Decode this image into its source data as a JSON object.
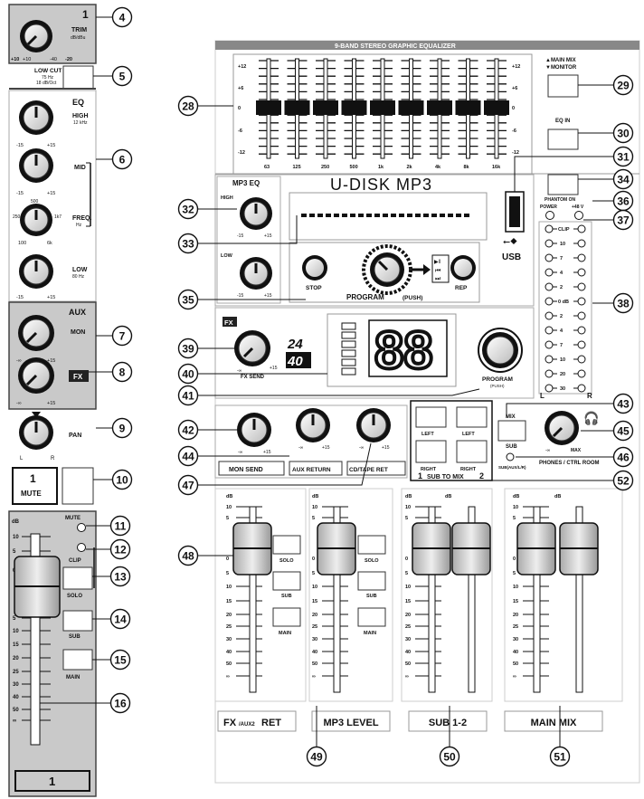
{
  "channel": {
    "channel_number": "1",
    "trim_label": "TRIM",
    "trim_unit": "dB/dBu",
    "trim_min_a": "+10",
    "trim_min_b": "+10",
    "trim_max_a": "-40",
    "trim_max_b": "-20",
    "lowcut_label": "LOW CUT",
    "lowcut_freq": "75 Hz",
    "lowcut_slope": "18 dB/Oct",
    "eq_label": "EQ",
    "high_label": "HIGH",
    "high_freq": "12 kHz",
    "mid_label": "MID",
    "freq_label": "FREQ.",
    "freq_unit": "Hz",
    "low_label": "LOW",
    "low_freq": "80 Hz",
    "knob_min": "-15",
    "knob_max": "+15",
    "freq_min": "250",
    "freq_max": "1k7",
    "freq_a": "100",
    "freq_b": "500",
    "freq_c": "6k",
    "aux_label": "AUX",
    "mon_label": "MON",
    "fx_badge": "FX",
    "aux_min": "-∞",
    "aux_max": "+15",
    "pan_label": "PAN",
    "pan_l": "L",
    "pan_r": "R",
    "mute_button_number": "1",
    "mute_button_label": "MUTE",
    "mute_led_label": "MUTE",
    "clip_label": "CLIP",
    "solo_label": "SOLO",
    "sub_label": "SUB",
    "main_label": "MAIN",
    "db_label": "dB",
    "fader_scale": [
      "10",
      "5",
      "0",
      "5",
      "10",
      "15",
      "20",
      "25",
      "30",
      "40",
      "50",
      "∞"
    ]
  },
  "callouts": [
    "4",
    "5",
    "6",
    "7",
    "8",
    "9",
    "10",
    "11",
    "12",
    "13",
    "14",
    "15",
    "16",
    "28",
    "29",
    "30",
    "31",
    "32",
    "33",
    "34",
    "35",
    "36",
    "37",
    "38",
    "39",
    "40",
    "41",
    "42",
    "43",
    "44",
    "45",
    "46",
    "47",
    "48",
    "49",
    "50",
    "51",
    "52"
  ],
  "geq": {
    "title": "9-BAND STEREO GRAPHIC EQUALIZER",
    "scale_left": [
      "+12",
      "+6",
      "0",
      "-6",
      "-12"
    ],
    "scale_right": [
      "+12",
      "+6",
      "0",
      "-6",
      "-12"
    ],
    "bands": [
      "63",
      "125",
      "250",
      "500",
      "1k",
      "2k",
      "4k",
      "8k",
      "16k"
    ],
    "main_mix_label": "▲MAIN MIX",
    "monitor_label": "▼MONITOR",
    "eq_in_label": "EQ IN"
  },
  "mp3": {
    "title": "U-DISK MP3",
    "mp3_eq_label": "MP3 EQ",
    "high_label": "HIGH",
    "low_label": "LOW",
    "knob_min": "-15",
    "knob_max": "+15",
    "stop_label": "STOP",
    "program_label": "PROGRAM",
    "program_push": "(PUSH)",
    "rep_label": "REP",
    "usb_label": "USB",
    "transport_icons": [
      "▶‖",
      "⏮",
      "⏭"
    ]
  },
  "fx": {
    "fx_badge": "FX",
    "fx_send_label": "FX SEND",
    "bit_badge_top": "24",
    "bit_badge_bottom": "40",
    "display_value": "88",
    "program_label": "PROGRAM",
    "program_push": "(PUSH)",
    "knob_min": "-∞",
    "knob_max": "+15"
  },
  "returns": {
    "mon_send_label": "MON SEND",
    "aux_return_label": "AUX RETURN",
    "cd_tape_label": "CD/TAPE RET",
    "knob_min": "-∞",
    "knob_max": "+15"
  },
  "meters": {
    "phantom_label": "PHANTOM ON",
    "power_label": "POWER",
    "plus48_label": "+48 V",
    "clip_label": "CLIP",
    "levels": [
      "10",
      "7",
      "4",
      "2",
      "0 dB",
      "2",
      "4",
      "7",
      "10",
      "20",
      "30"
    ],
    "l_label": "L",
    "r_label": "R"
  },
  "sub": {
    "left_label": "LEFT",
    "right_label": "RIGHT",
    "sub_to_mix_1": "1",
    "sub_to_mix_label": "SUB TO MIX",
    "sub_to_mix_2": "2",
    "mix_label": "MIX",
    "sub_label": "SUB",
    "sub_aux_label": "SUB(AUX/L/R)",
    "phones_label": "PHONES / CTRL ROOM",
    "phones_min": "-∞",
    "phones_max": "MAX"
  },
  "faders": {
    "db_label": "dB",
    "scale": [
      "10",
      "5",
      "0",
      "5",
      "10",
      "15",
      "20",
      "25",
      "30",
      "40",
      "50",
      "∞"
    ],
    "solo_label": "SOLO",
    "sub_label": "SUB",
    "main_label": "MAIN",
    "fx_ret_label_a": "FX",
    "fx_ret_label_b": "/AUX2",
    "fx_ret_label_c": "RET",
    "mp3_level_label": "MP3 LEVEL",
    "sub12_label": "SUB 1-2",
    "main_mix_label": "MAIN MIX"
  }
}
